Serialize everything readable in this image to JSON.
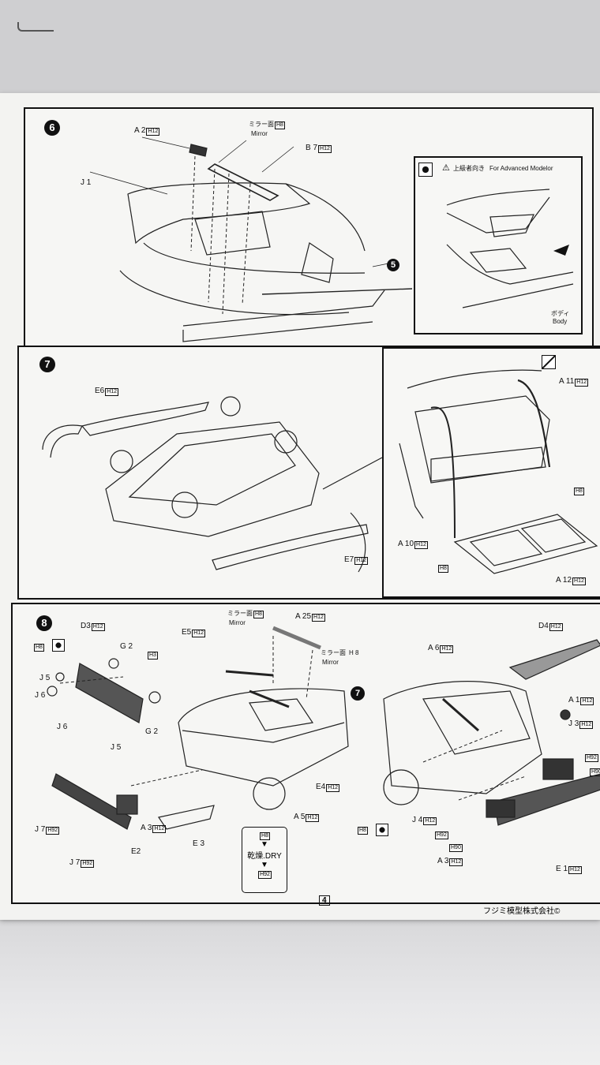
{
  "page": {
    "number": "4",
    "maker": "フジミ模型株式会社©"
  },
  "step6": {
    "step_no": "6",
    "labels": {
      "a2": "A 2",
      "a2_h": "H12",
      "mirror_jp": "ミラー面",
      "mirror_h": "H8",
      "mirror_en": "Mirror",
      "b7": "B 7",
      "b7_h": "H12",
      "j1": "J 1",
      "ref_step": "5"
    },
    "inset": {
      "jp": "上級者向き",
      "en": "For Advanced Modelor",
      "body_jp": "ボディ",
      "body_en": "Body"
    }
  },
  "step7": {
    "step_no": "7",
    "labels": {
      "e6": "E6",
      "e6_h": "H12",
      "e7": "E7",
      "e7_h": "H12",
      "a11": "A 11",
      "a11_h": "H12",
      "h8": "H8",
      "a10": "A 10",
      "a10_h": "H12",
      "h8b": "H8",
      "a12": "A 12",
      "a12_h": "H12"
    }
  },
  "step8": {
    "step_no": "8",
    "labels": {
      "d3": "D3",
      "d3_h": "H12",
      "h8": "H8",
      "g2a": "G 2",
      "h3": "H3",
      "j5a": "J 5",
      "j6a": "J 6",
      "j6b": "J 6",
      "j5b": "J 5",
      "g2b": "G 2",
      "e5": "E5",
      "e5_h": "H12",
      "mirror1_jp": "ミラー面",
      "mirror1_h": "H8",
      "mirror1_en": "Mirror",
      "a25": "A 25",
      "a25_h": "H12",
      "mirror2_jp": "ミラー面",
      "mirror2_h": "H 8",
      "mirror2_en": "Mirror",
      "a6": "A 6",
      "a6_h": "H12",
      "d4": "D4",
      "d4_h": "H12",
      "a1": "A 1",
      "a1_h": "H12",
      "j3": "J 3",
      "j3_h": "H12",
      "h92a": "H92",
      "h90a": "H90",
      "e4": "E4",
      "e4_h": "H12",
      "a5": "A 5",
      "a5_h": "H12",
      "a3a": "A 3",
      "a3a_h": "H12",
      "e2": "E2",
      "e3": "E 3",
      "j7a": "J 7",
      "j7a_h": "H92",
      "j7b": "J 7",
      "j7b_h": "H92",
      "h8b": "H8",
      "j4": "J 4",
      "j4_h": "H12",
      "h92b": "H92",
      "h90b": "H90",
      "a3b": "A 3",
      "a3b_h": "H12",
      "e1": "E 1",
      "e1_h": "H12",
      "ref_step": "7"
    },
    "dry_box": {
      "top": "H8",
      "mid": "乾燥.DRY",
      "bottom": "H92"
    }
  }
}
